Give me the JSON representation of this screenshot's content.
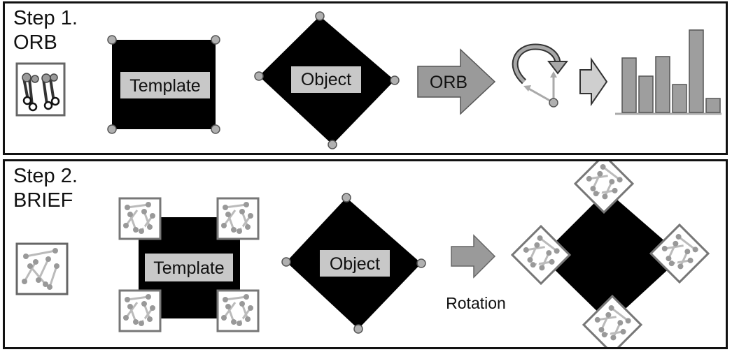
{
  "step1": {
    "title_line1": "Step 1.",
    "title_line2": "ORB",
    "template_label": "Template",
    "object_label": "Object",
    "arrow_label": "ORB",
    "histogram": {
      "values": [
        78,
        52,
        80,
        40,
        118,
        20
      ]
    }
  },
  "step2": {
    "title_line1": "Step 2.",
    "title_line2": "BRIEF",
    "template_label": "Template",
    "object_label": "Object",
    "arrow_label": "Rotation"
  },
  "colors": {
    "shape_fill": "#000000",
    "label_box": "#c8c8c8",
    "arrow": "#9a9a9a",
    "bar": "#9e9e9e",
    "point": "#b0b0b0",
    "patch_border": "#777777"
  }
}
